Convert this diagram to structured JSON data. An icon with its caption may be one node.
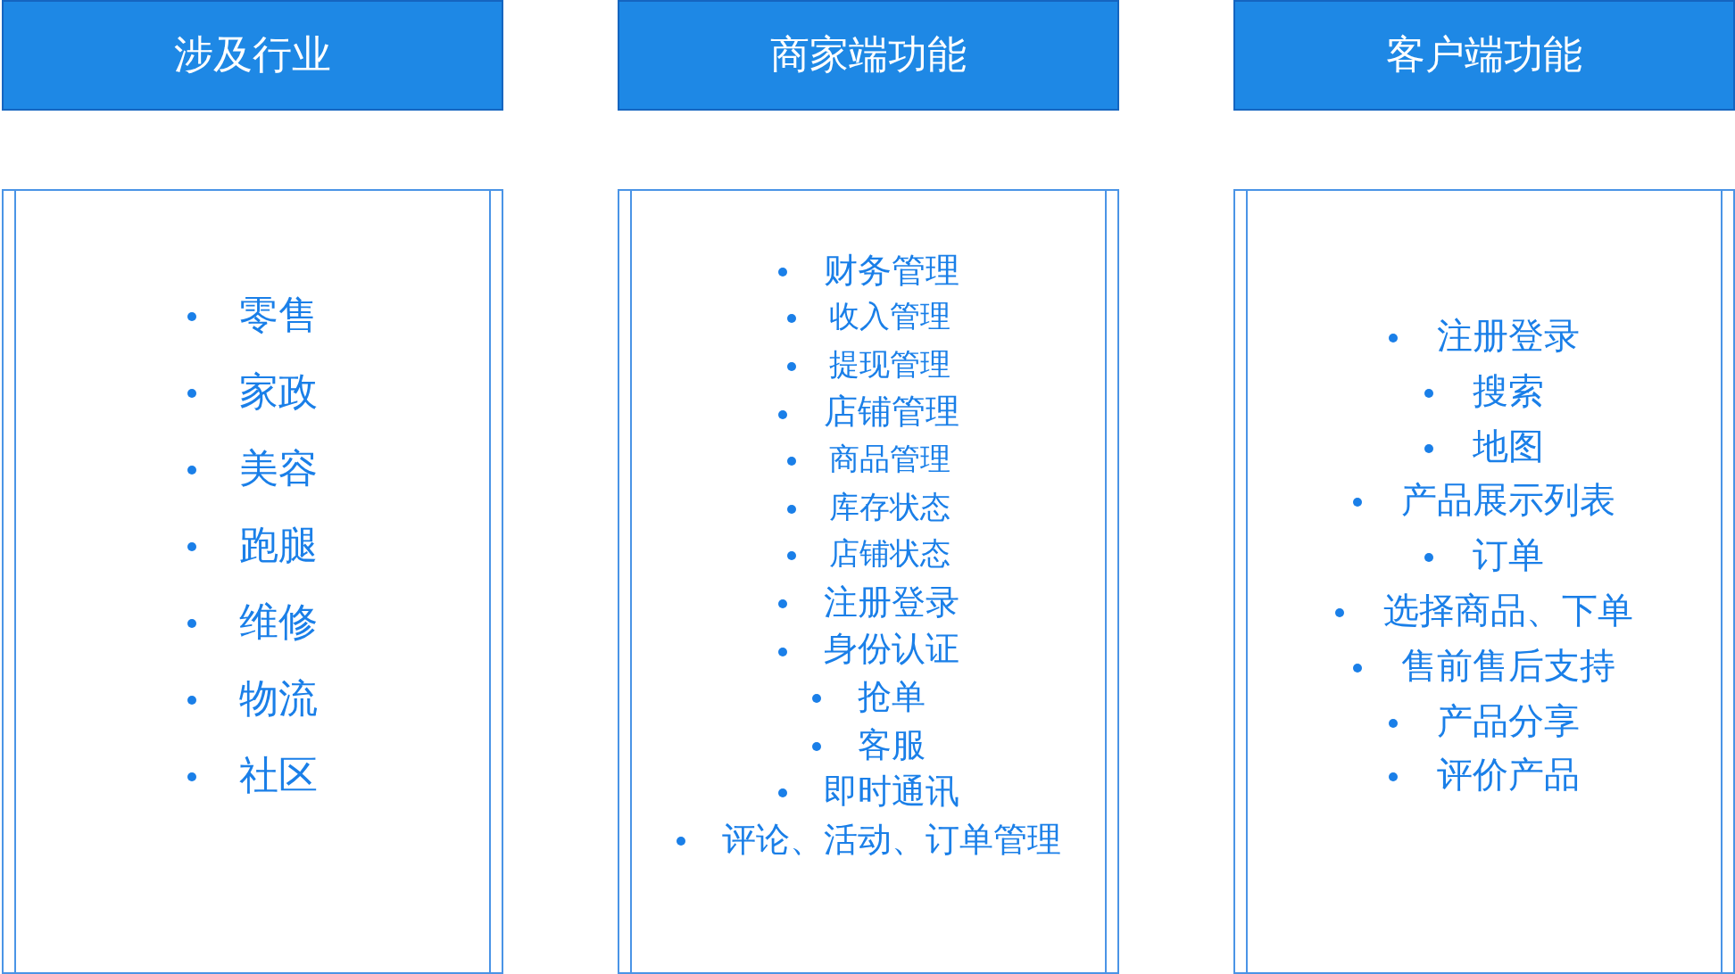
{
  "diagram": {
    "nodes": [
      {
        "text": [
          "涉及行业"
        ]
      },
      {
        "text": [
          "商家端功能"
        ]
      },
      {
        "text": [
          "客户端功能"
        ]
      },
      {
        "text": [
          "零售",
          "家政",
          "美容",
          "跑腿",
          "维修",
          "物流",
          "社区"
        ]
      },
      {
        "text": [
          "财务管理",
          "收入管理",
          "提现管理",
          "店铺管理",
          "商品管理",
          "库存状态",
          "店铺状态",
          "注册登录",
          "身份认证",
          "抢单",
          "客服",
          "即时通讯",
          "评论、活动、订单管理"
        ]
      },
      {
        "text": [
          "注册登录",
          "搜索",
          "地图",
          "产品展示列表",
          "订单",
          "选择商品、下单",
          "售前售后支持",
          "产品分享",
          "评价产品"
        ]
      }
    ]
  }
}
